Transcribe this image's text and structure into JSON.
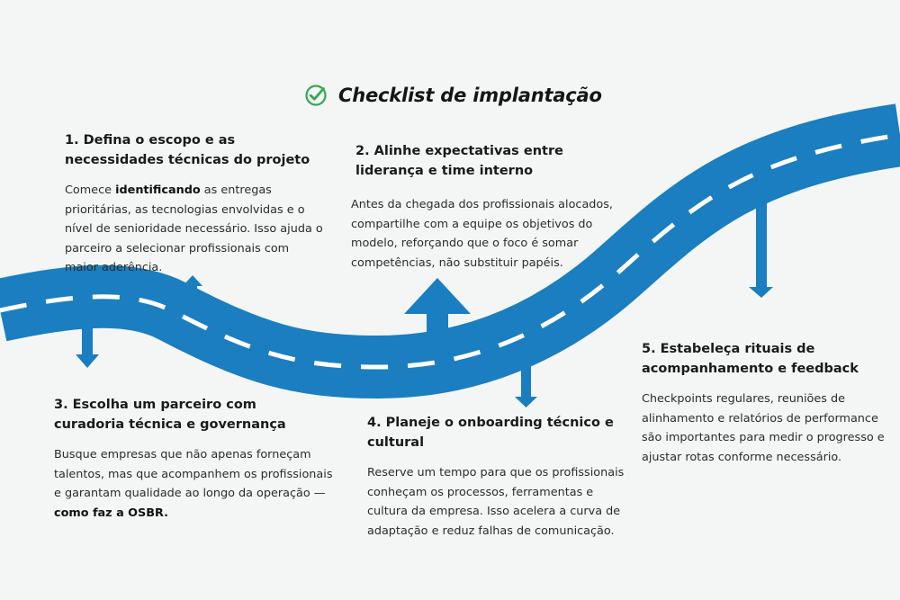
{
  "header": {
    "title": "Checklist de implantação",
    "icon": "check-circle-icon",
    "icon_color": "#35a853"
  },
  "colors": {
    "road": "#1a7ec0",
    "lane": "#ffffff",
    "background": "#f4f6f6"
  },
  "steps": [
    {
      "title_line1": "1. Defina o escopo e as",
      "title_line2": "necessidades técnicas do projeto",
      "body_pre": "Comece ",
      "body_bold": "identificando",
      "body_post": " as entregas prioritárias, as tecnologias envolvidas e o nível de senioridade necessário. Isso ajuda o parceiro a selecionar profissionais com maior aderência."
    },
    {
      "title_line1": "2. Alinhe expectativas entre",
      "title_line2": "liderança e time interno",
      "body": "Antes da chegada dos profissionais alocados, compartilhe com a equipe os objetivos do modelo, reforçando que o foco é somar competências, não substituir papéis."
    },
    {
      "title_line1": "3. Escolha um parceiro com",
      "title_line2": "curadoria técnica e governança",
      "body_pre": "Busque empresas que não apenas forneçam talentos, mas que acompanhem os profissionais e garantam qualidade ao longo da operação — ",
      "body_bold": "como faz a OSBR."
    },
    {
      "title_line1": "4. Planeje o onboarding técnico e",
      "title_line2": "cultural",
      "body": "Reserve um tempo para que os profissionais conheçam os processos, ferramentas e cultura da empresa. Isso acelera a curva de adaptação e reduz falhas de comunicação."
    },
    {
      "title_line1": "5. Estabeleça rituais de",
      "title_line2": "acompanhamento e feedback",
      "body": "Checkpoints regulares, reuniões de alinhamento e relatórios de performance são importantes para medir o progresso e ajustar rotas conforme necessário."
    }
  ]
}
